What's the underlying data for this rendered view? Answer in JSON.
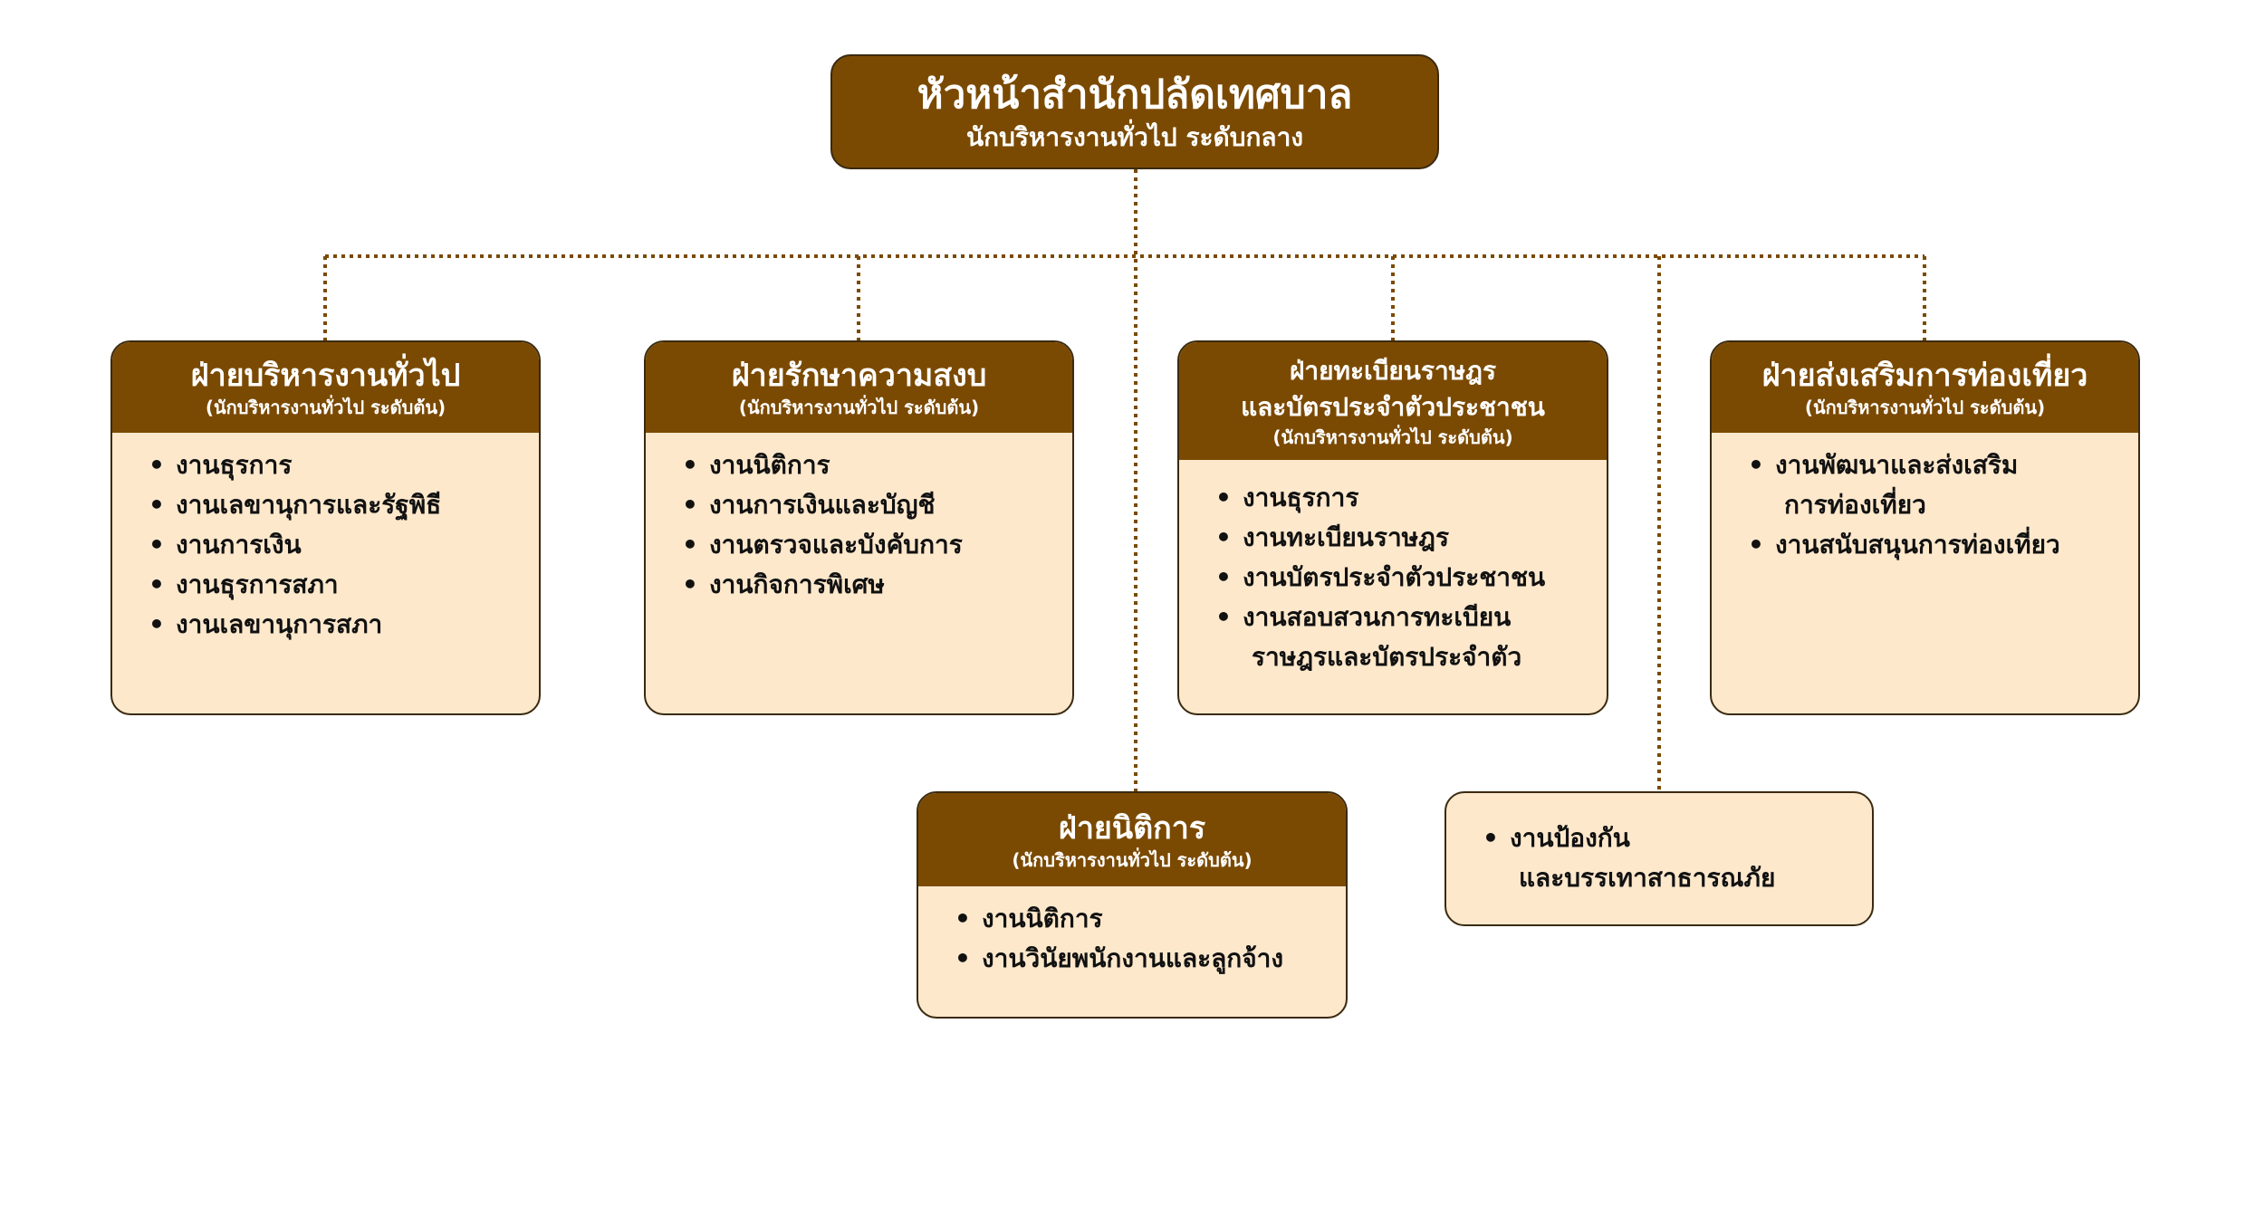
{
  "diagram": {
    "head": {
      "title": "หัวหน้าสำนักปลัดเทศบาล",
      "subtitle": "นักบริหารงานทั่วไป ระดับกลาง"
    },
    "divisions": [
      {
        "title": "ฝ่ายบริหารงานทั่วไป",
        "subtitle": "(นักบริหารงานทั่วไป ระดับต้น)",
        "items": [
          "งานธุรการ",
          "งานเลขานุการและรัฐพิธี",
          "งานการเงิน",
          "งานธุรการสภา",
          "งานเลขานุการสภา"
        ]
      },
      {
        "title": "ฝ่ายรักษาความสงบ",
        "subtitle": "(นักบริหารงานทั่วไป ระดับต้น)",
        "items": [
          "งานนิติการ",
          "งานการเงินและบัญชี",
          "งานตรวจและบังคับการ",
          "งานกิจการพิเศษ"
        ]
      },
      {
        "title_line1": "ฝ่ายทะเบียนราษฎร",
        "title_line2": "และบัตรประจำตัวประชาชน",
        "subtitle": "(นักบริหารงานทั่วไป ระดับต้น)",
        "items": [
          "งานธุรการ",
          "งานทะเบียนราษฎร",
          "งานบัตรประจำตัวประชาชน",
          "งานสอบสวนการทะเบียน"
        ],
        "item4_cont": "ราษฎรและบัตรประจำตัว"
      },
      {
        "title": "ฝ่ายส่งเสริมการท่องเที่ยว",
        "subtitle": "(นักบริหารงานทั่วไป ระดับต้น)",
        "items": [
          "งานพัฒนาและส่งเสริม",
          "งานสนับสนุนการท่องเที่ยว"
        ],
        "item1_cont": "การท่องเที่ยว"
      },
      {
        "title": "ฝ่ายนิติการ",
        "subtitle": "(นักบริหารงานทั่วไป ระดับต้น)",
        "items": [
          "งานนิติการ",
          "งานวินัยพนักงานและลูกจ้าง"
        ]
      }
    ],
    "standalone_unit": {
      "line1": "งานป้องกัน",
      "line2": "และบรรเทาสาธารณภัย"
    },
    "colors": {
      "header_brown": "#7b4a02",
      "body_cream": "#fde8cc",
      "border": "#3a2a10",
      "connector": "#7b4a02"
    }
  }
}
